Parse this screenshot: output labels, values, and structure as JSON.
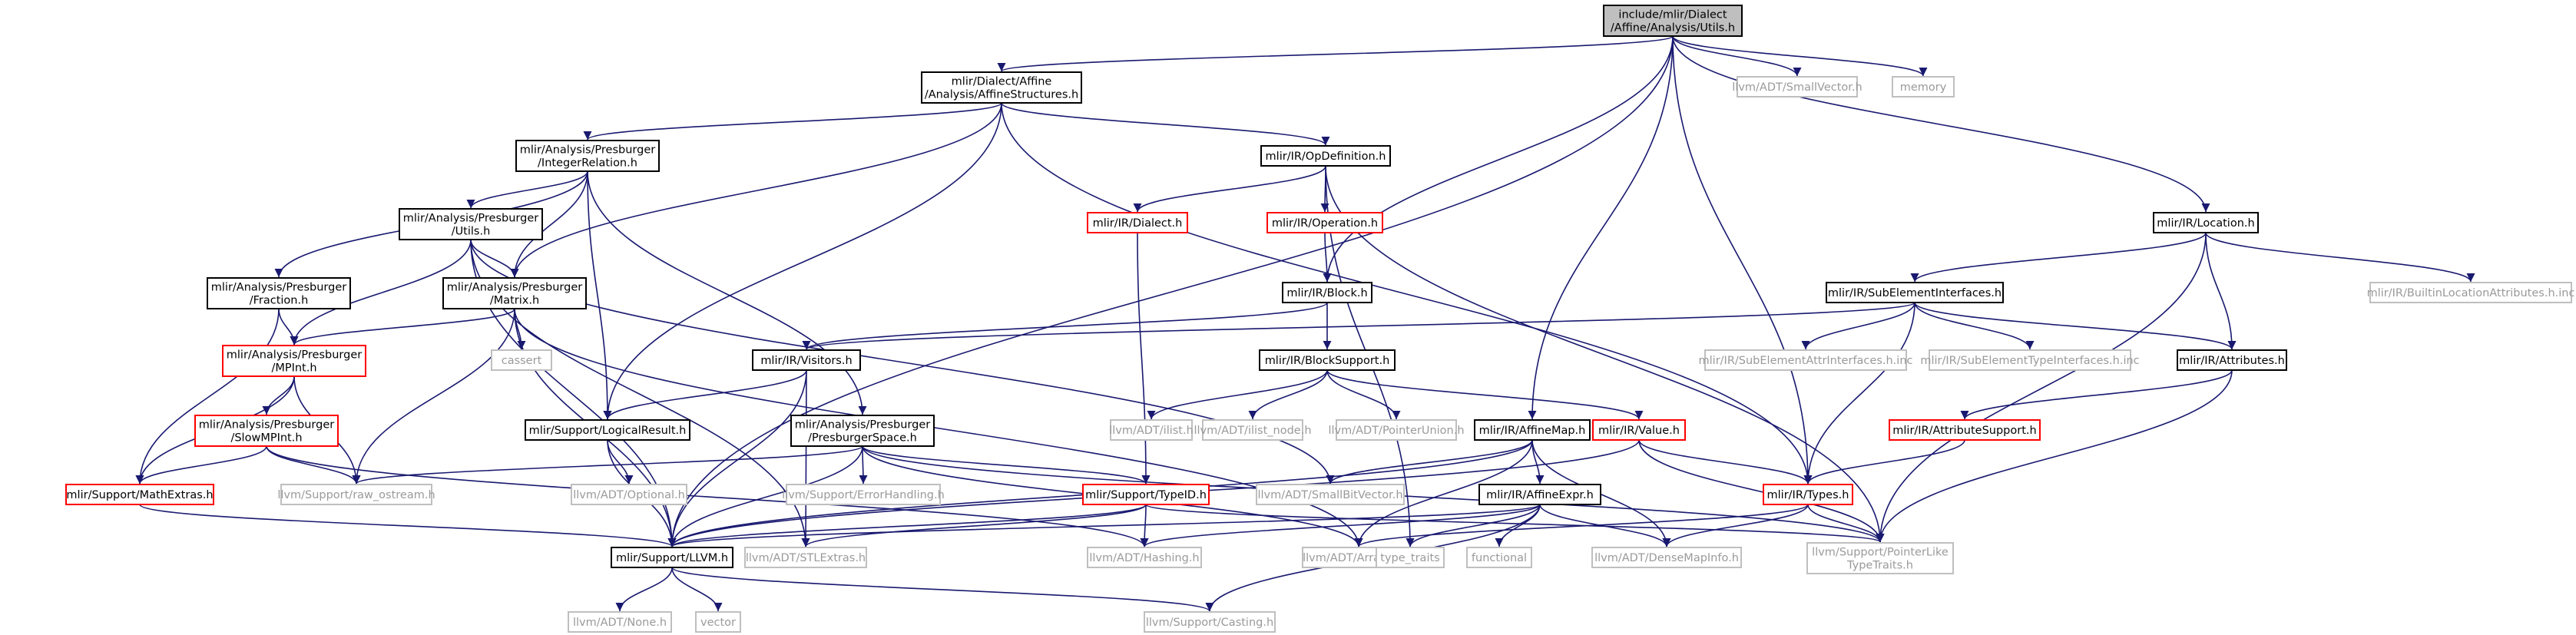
{
  "graph": {
    "colors": {
      "edge": "#191970",
      "root_fill": "#bfbfbf",
      "truncated_border": "#ff0000",
      "external_border": "#bfbfbf",
      "external_text": "#9a9a9a"
    },
    "nodes": [
      {
        "id": "root",
        "lines": [
          "include/mlir/Dialect",
          "/Affine/Analysis/Utils.h"
        ],
        "kind": "root"
      },
      {
        "id": "affstruct",
        "lines": [
          "mlir/Dialect/Affine",
          "/Analysis/AffineStructures.h"
        ],
        "kind": "local"
      },
      {
        "id": "smallvec",
        "lines": [
          "llvm/ADT/SmallVector.h"
        ],
        "kind": "ext"
      },
      {
        "id": "memory",
        "lines": [
          "memory"
        ],
        "kind": "ext"
      },
      {
        "id": "intrel",
        "lines": [
          "mlir/Analysis/Presburger",
          "/IntegerRelation.h"
        ],
        "kind": "local"
      },
      {
        "id": "opdef",
        "lines": [
          "mlir/IR/OpDefinition.h"
        ],
        "kind": "local"
      },
      {
        "id": "location",
        "lines": [
          "mlir/IR/Location.h"
        ],
        "kind": "local"
      },
      {
        "id": "pbutils",
        "lines": [
          "mlir/Analysis/Presburger",
          "/Utils.h"
        ],
        "kind": "local"
      },
      {
        "id": "dialect",
        "lines": [
          "mlir/IR/Dialect.h"
        ],
        "kind": "trunc"
      },
      {
        "id": "operation",
        "lines": [
          "mlir/IR/Operation.h"
        ],
        "kind": "trunc"
      },
      {
        "id": "fraction",
        "lines": [
          "mlir/Analysis/Presburger",
          "/Fraction.h"
        ],
        "kind": "local"
      },
      {
        "id": "matrix",
        "lines": [
          "mlir/Analysis/Presburger",
          "/Matrix.h"
        ],
        "kind": "local"
      },
      {
        "id": "block",
        "lines": [
          "mlir/IR/Block.h"
        ],
        "kind": "local"
      },
      {
        "id": "subelem",
        "lines": [
          "mlir/IR/SubElementInterfaces.h"
        ],
        "kind": "local"
      },
      {
        "id": "builtinloc",
        "lines": [
          "mlir/IR/BuiltinLocationAttributes.h.inc"
        ],
        "kind": "ext"
      },
      {
        "id": "mpint",
        "lines": [
          "mlir/Analysis/Presburger",
          "/MPInt.h"
        ],
        "kind": "trunc"
      },
      {
        "id": "cassert",
        "lines": [
          "cassert"
        ],
        "kind": "ext"
      },
      {
        "id": "visitors",
        "lines": [
          "mlir/IR/Visitors.h"
        ],
        "kind": "local"
      },
      {
        "id": "blocksupport",
        "lines": [
          "mlir/IR/BlockSupport.h"
        ],
        "kind": "local"
      },
      {
        "id": "subattr",
        "lines": [
          "mlir/IR/SubElementAttrInterfaces.h.inc"
        ],
        "kind": "ext"
      },
      {
        "id": "subtype",
        "lines": [
          "mlir/IR/SubElementTypeInterfaces.h.inc"
        ],
        "kind": "ext"
      },
      {
        "id": "attributes",
        "lines": [
          "mlir/IR/Attributes.h"
        ],
        "kind": "local"
      },
      {
        "id": "slowmpint",
        "lines": [
          "mlir/Analysis/Presburger",
          "/SlowMPInt.h"
        ],
        "kind": "trunc"
      },
      {
        "id": "logicalresult",
        "lines": [
          "mlir/Support/LogicalResult.h"
        ],
        "kind": "local"
      },
      {
        "id": "pbspace",
        "lines": [
          "mlir/Analysis/Presburger",
          "/PresburgerSpace.h"
        ],
        "kind": "local"
      },
      {
        "id": "ilist",
        "lines": [
          "llvm/ADT/ilist.h"
        ],
        "kind": "ext"
      },
      {
        "id": "ilistnode",
        "lines": [
          "llvm/ADT/ilist_node.h"
        ],
        "kind": "ext"
      },
      {
        "id": "ptrunion",
        "lines": [
          "llvm/ADT/PointerUnion.h"
        ],
        "kind": "ext"
      },
      {
        "id": "affinemap",
        "lines": [
          "mlir/IR/AffineMap.h"
        ],
        "kind": "local"
      },
      {
        "id": "value",
        "lines": [
          "mlir/IR/Value.h"
        ],
        "kind": "trunc"
      },
      {
        "id": "attrsupport",
        "lines": [
          "mlir/IR/AttributeSupport.h"
        ],
        "kind": "trunc"
      },
      {
        "id": "mathextras",
        "lines": [
          "mlir/Support/MathExtras.h"
        ],
        "kind": "trunc"
      },
      {
        "id": "rawostream",
        "lines": [
          "llvm/Support/raw_ostream.h"
        ],
        "kind": "ext"
      },
      {
        "id": "optional",
        "lines": [
          "llvm/ADT/Optional.h"
        ],
        "kind": "ext"
      },
      {
        "id": "errhandling",
        "lines": [
          "llvm/Support/ErrorHandling.h"
        ],
        "kind": "ext"
      },
      {
        "id": "typeid",
        "lines": [
          "mlir/Support/TypeID.h"
        ],
        "kind": "trunc"
      },
      {
        "id": "smallbitvec",
        "lines": [
          "llvm/ADT/SmallBitVector.h"
        ],
        "kind": "ext"
      },
      {
        "id": "affineexpr",
        "lines": [
          "mlir/IR/AffineExpr.h"
        ],
        "kind": "local"
      },
      {
        "id": "types",
        "lines": [
          "mlir/IR/Types.h"
        ],
        "kind": "trunc"
      },
      {
        "id": "llvmh",
        "lines": [
          "mlir/Support/LLVM.h"
        ],
        "kind": "local"
      },
      {
        "id": "stlextras",
        "lines": [
          "llvm/ADT/STLExtras.h"
        ],
        "kind": "ext"
      },
      {
        "id": "hashing",
        "lines": [
          "llvm/ADT/Hashing.h"
        ],
        "kind": "ext"
      },
      {
        "id": "arrayref",
        "lines": [
          "llvm/ADT/ArrayRef.h"
        ],
        "kind": "ext"
      },
      {
        "id": "typetraits",
        "lines": [
          "type_traits"
        ],
        "kind": "ext"
      },
      {
        "id": "functional",
        "lines": [
          "functional"
        ],
        "kind": "ext"
      },
      {
        "id": "densemapinfo",
        "lines": [
          "llvm/ADT/DenseMapInfo.h"
        ],
        "kind": "ext"
      },
      {
        "id": "ptrliketraits",
        "lines": [
          "llvm/Support/PointerLike",
          "TypeTraits.h"
        ],
        "kind": "ext"
      },
      {
        "id": "none",
        "lines": [
          "llvm/ADT/None.h"
        ],
        "kind": "ext"
      },
      {
        "id": "vector",
        "lines": [
          "vector"
        ],
        "kind": "ext"
      },
      {
        "id": "casting",
        "lines": [
          "llvm/Support/Casting.h"
        ],
        "kind": "ext"
      }
    ],
    "edges": [
      [
        "root",
        "affstruct"
      ],
      [
        "root",
        "smallvec"
      ],
      [
        "root",
        "memory"
      ],
      [
        "root",
        "location"
      ],
      [
        "root",
        "block"
      ],
      [
        "root",
        "affinemap"
      ],
      [
        "root",
        "types"
      ],
      [
        "root",
        "llvmh"
      ],
      [
        "affstruct",
        "intrel"
      ],
      [
        "affstruct",
        "opdef"
      ],
      [
        "affstruct",
        "matrix"
      ],
      [
        "affstruct",
        "logicalresult"
      ],
      [
        "affstruct",
        "types"
      ],
      [
        "intrel",
        "fraction"
      ],
      [
        "intrel",
        "pbutils"
      ],
      [
        "intrel",
        "matrix"
      ],
      [
        "intrel",
        "logicalresult"
      ],
      [
        "intrel",
        "pbspace"
      ],
      [
        "pbutils",
        "matrix"
      ],
      [
        "pbutils",
        "mpint"
      ],
      [
        "pbutils",
        "llvmh"
      ],
      [
        "pbutils",
        "smallbitvec"
      ],
      [
        "pbutils",
        "stlextras"
      ],
      [
        "fraction",
        "mpint"
      ],
      [
        "fraction",
        "mathextras"
      ],
      [
        "matrix",
        "mpint"
      ],
      [
        "matrix",
        "cassert"
      ],
      [
        "matrix",
        "rawostream"
      ],
      [
        "matrix",
        "llvmh"
      ],
      [
        "matrix",
        "arrayref"
      ],
      [
        "mpint",
        "slowmpint"
      ],
      [
        "mpint",
        "mathextras"
      ],
      [
        "mpint",
        "rawostream"
      ],
      [
        "slowmpint",
        "mathextras"
      ],
      [
        "slowmpint",
        "rawostream"
      ],
      [
        "slowmpint",
        "hashing"
      ],
      [
        "mathextras",
        "llvmh"
      ],
      [
        "opdef",
        "dialect"
      ],
      [
        "opdef",
        "operation"
      ],
      [
        "opdef",
        "typetraits"
      ],
      [
        "opdef",
        "ptrliketraits"
      ],
      [
        "dialect",
        "typeid"
      ],
      [
        "operation",
        "block"
      ],
      [
        "block",
        "visitors"
      ],
      [
        "block",
        "blocksupport"
      ],
      [
        "visitors",
        "logicalresult"
      ],
      [
        "visitors",
        "llvmh"
      ],
      [
        "visitors",
        "stlextras"
      ],
      [
        "blocksupport",
        "ilist"
      ],
      [
        "blocksupport",
        "ilistnode"
      ],
      [
        "blocksupport",
        "ptrunion"
      ],
      [
        "blocksupport",
        "value"
      ],
      [
        "logicalresult",
        "optional"
      ],
      [
        "logicalresult",
        "llvmh"
      ],
      [
        "pbspace",
        "rawostream"
      ],
      [
        "pbspace",
        "errhandling"
      ],
      [
        "pbspace",
        "typeid"
      ],
      [
        "pbspace",
        "llvmh"
      ],
      [
        "pbspace",
        "ptrliketraits"
      ],
      [
        "pbspace",
        "arrayref"
      ],
      [
        "location",
        "subelem"
      ],
      [
        "location",
        "attributes"
      ],
      [
        "location",
        "builtinloc"
      ],
      [
        "location",
        "ptrliketraits"
      ],
      [
        "subelem",
        "visitors"
      ],
      [
        "subelem",
        "subattr"
      ],
      [
        "subelem",
        "subtype"
      ],
      [
        "subelem",
        "attributes"
      ],
      [
        "subelem",
        "types"
      ],
      [
        "attributes",
        "attrsupport"
      ],
      [
        "attributes",
        "ptrliketraits"
      ],
      [
        "attrsupport",
        "types"
      ],
      [
        "affinemap",
        "affineexpr"
      ],
      [
        "affinemap",
        "smallbitvec"
      ],
      [
        "affinemap",
        "llvmh"
      ],
      [
        "affinemap",
        "arrayref"
      ],
      [
        "affinemap",
        "densemapinfo"
      ],
      [
        "affineexpr",
        "llvmh"
      ],
      [
        "affineexpr",
        "hashing"
      ],
      [
        "affineexpr",
        "typetraits"
      ],
      [
        "affineexpr",
        "functional"
      ],
      [
        "affineexpr",
        "densemapinfo"
      ],
      [
        "affineexpr",
        "casting"
      ],
      [
        "value",
        "types"
      ],
      [
        "value",
        "llvmh"
      ],
      [
        "value",
        "ptrliketraits"
      ],
      [
        "types",
        "ptrliketraits"
      ],
      [
        "types",
        "densemapinfo"
      ],
      [
        "types",
        "arrayref"
      ],
      [
        "typeid",
        "llvmh"
      ],
      [
        "typeid",
        "hashing"
      ],
      [
        "typeid",
        "stlextras"
      ],
      [
        "typeid",
        "ptrliketraits"
      ],
      [
        "llvmh",
        "none"
      ],
      [
        "llvmh",
        "vector"
      ],
      [
        "llvmh",
        "casting"
      ]
    ]
  }
}
